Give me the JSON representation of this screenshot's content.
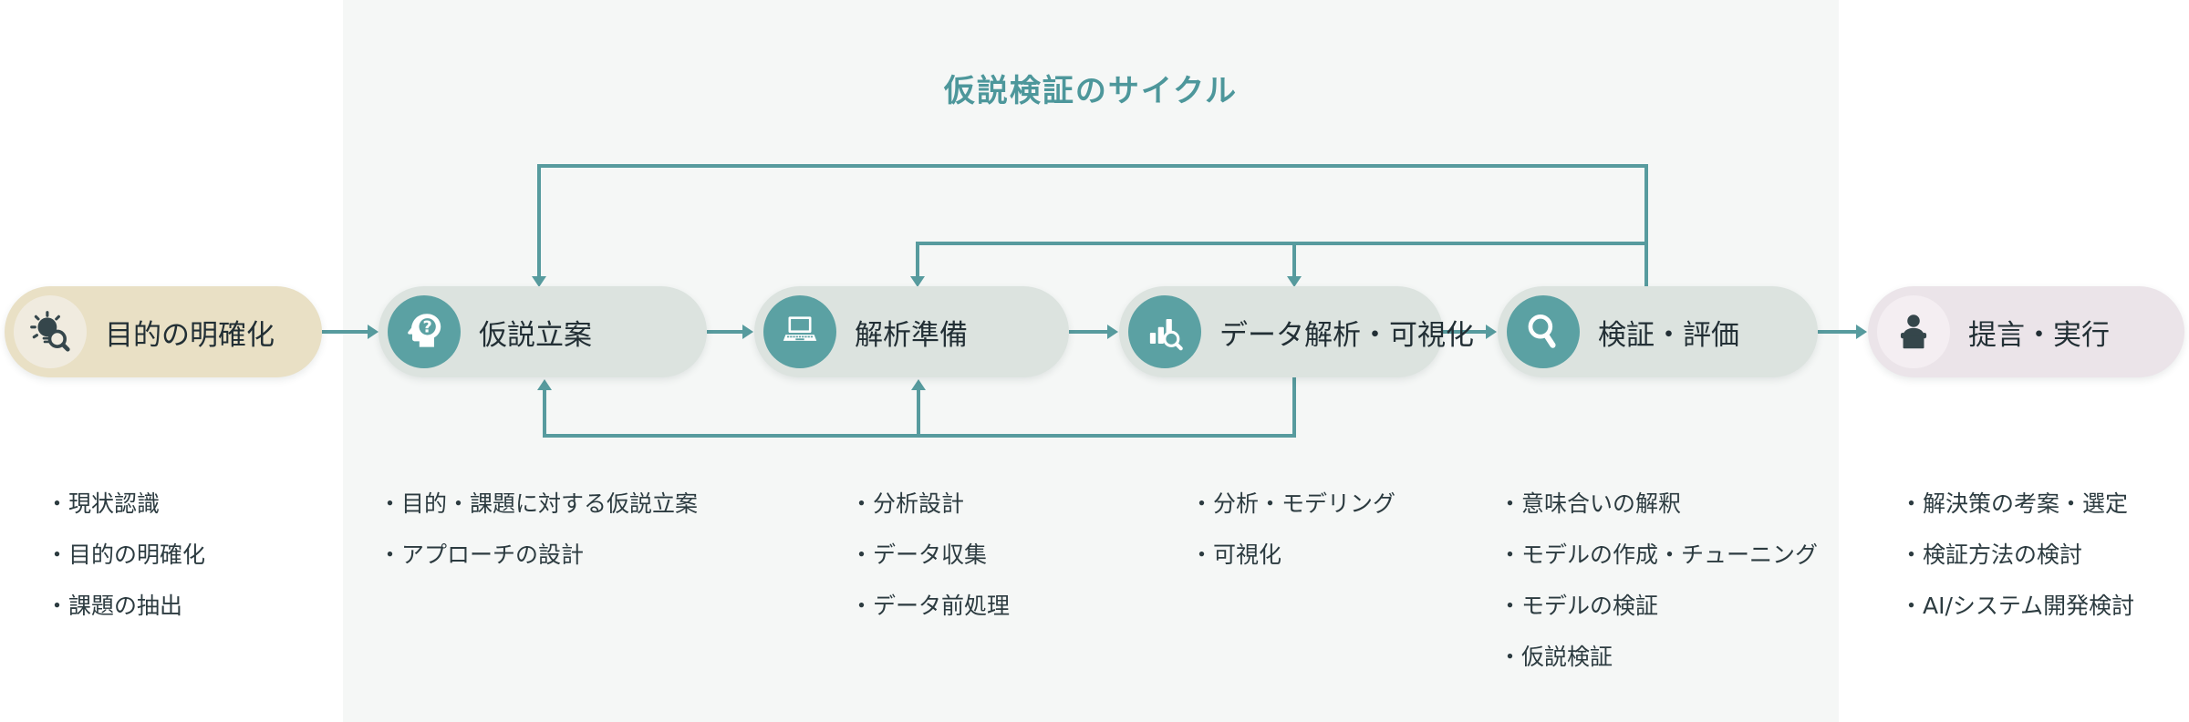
{
  "diagram": {
    "title": "仮説検証のサイクル",
    "stages": [
      {
        "label": "目的の明確化",
        "icon": "idea-search-icon",
        "bullets": [
          "・現状認識",
          "・目的の明確化",
          "・課題の抽出"
        ]
      },
      {
        "label": "仮説立案",
        "icon": "head-question-icon",
        "bullets": [
          "・目的・課題に対する仮説立案",
          "・アプローチの設計"
        ]
      },
      {
        "label": "解析準備",
        "icon": "laptop-icon",
        "bullets": [
          "・分析設計",
          "・データ収集",
          "・データ前処理"
        ]
      },
      {
        "label": "データ解析・可視化",
        "icon": "bar-chart-search-icon",
        "bullets": [
          "・分析・モデリング",
          "・可視化"
        ]
      },
      {
        "label": "検証・評価",
        "icon": "magnifier-icon",
        "bullets": [
          "・意味合いの解釈",
          "・モデルの作成・チューニング",
          "・モデルの検証",
          "・仮説検証"
        ]
      },
      {
        "label": "提言・実行",
        "icon": "presenter-icon",
        "bullets": [
          "・解決策の考案・選定",
          "・検証方法の検討",
          "・AI/システム開発検討"
        ]
      }
    ],
    "colors": {
      "accent_teal": "#579b9e",
      "title_teal": "#4d979b",
      "panel_bg": "#f5f7f6",
      "pill_gray": "#dce3df",
      "pill_tan": "#e9e0c5",
      "pill_pink": "#ebe4e9",
      "icon_circle_teal": "#5ba1a3",
      "icon_circle_tan": "#f0ebdf",
      "icon_circle_pink": "#f4eef2",
      "text_dark": "#2c3b40"
    }
  }
}
